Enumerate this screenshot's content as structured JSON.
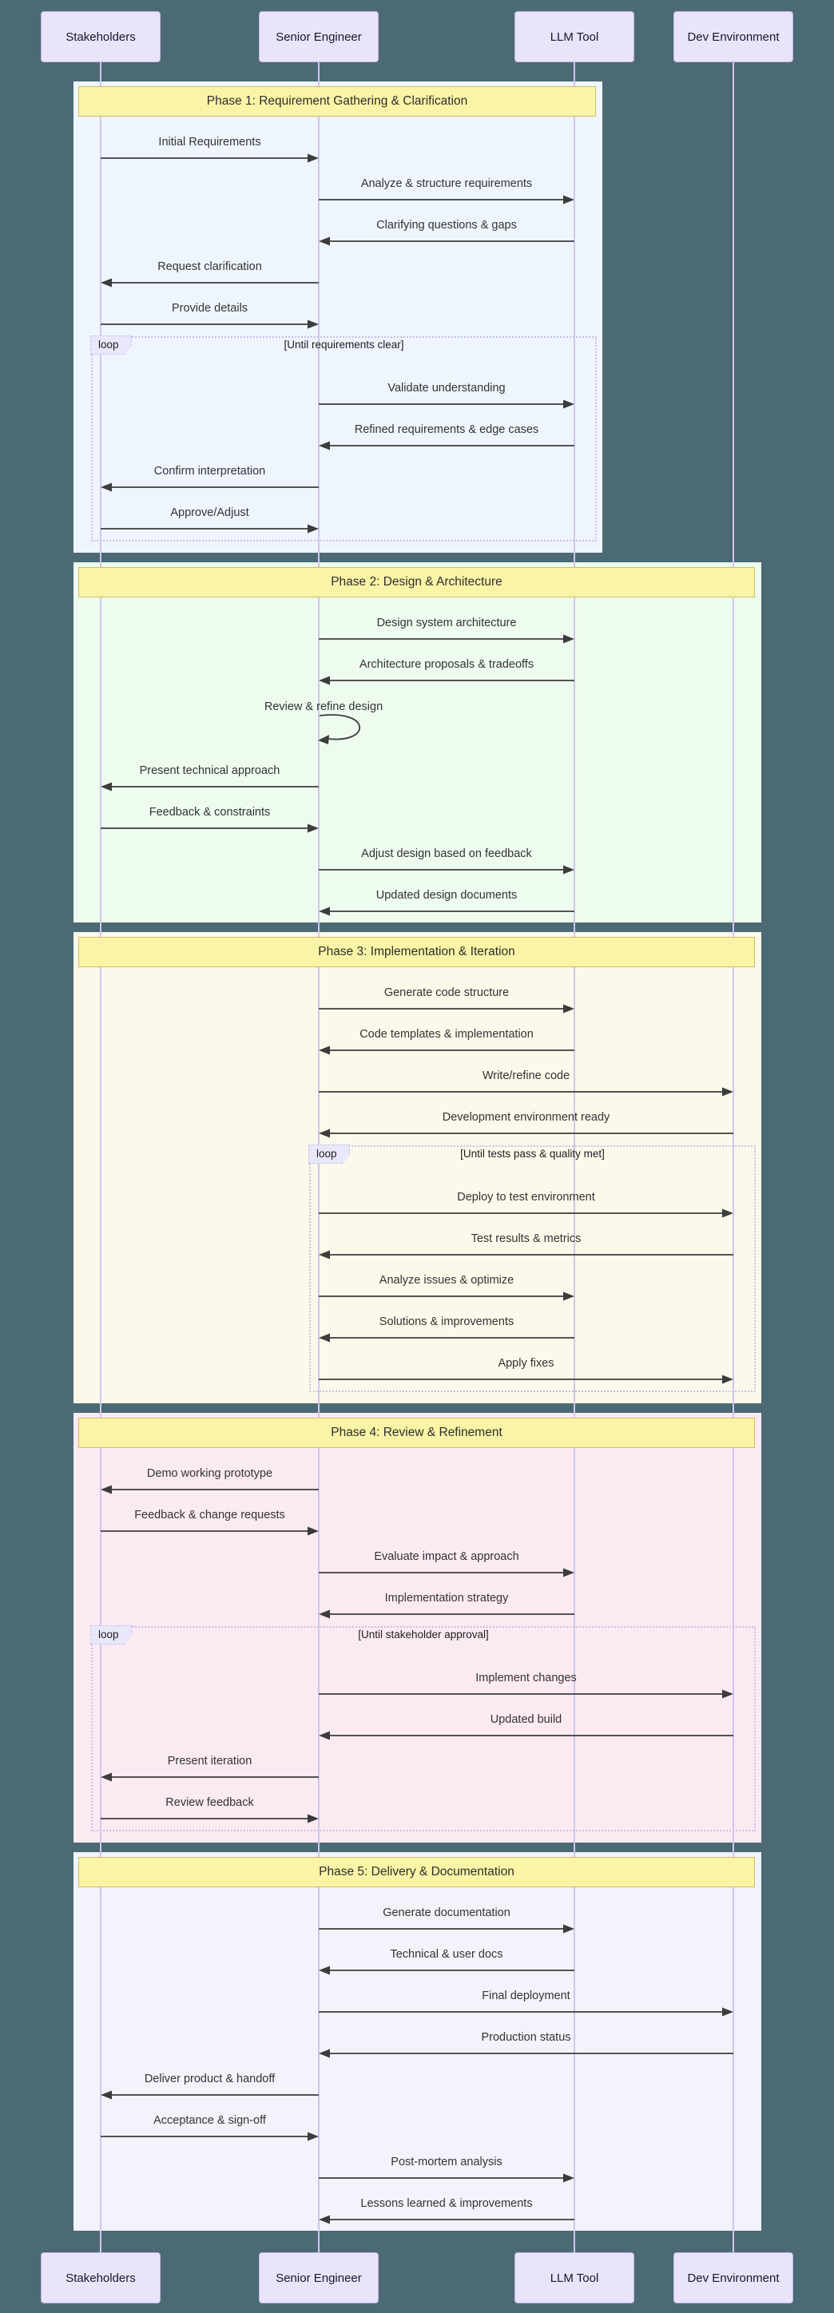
{
  "diagram": {
    "background_color": "#4C6A74",
    "loop_label": "loop",
    "colors": {
      "actor_fill": "#E9E4F9",
      "actor_border": "#C3B6E4",
      "note_fill": "#FAF4A6",
      "note_border": "#CBC068",
      "loop_border": "#C8C0E8",
      "loop_tab_fill": "#E8E8FA",
      "arrow": "#3C3C3C",
      "lifeline": "#CFC6EC",
      "text": "#333333"
    },
    "actors": [
      {
        "id": "stakeholders",
        "label": "Stakeholders"
      },
      {
        "id": "engineer",
        "label": "Senior Engineer"
      },
      {
        "id": "llm",
        "label": "LLM Tool"
      },
      {
        "id": "dev",
        "label": "Dev Environment"
      }
    ],
    "phases": [
      {
        "title": "Phase 1: Requirement Gathering & Clarification",
        "bg": "#EFF5FD",
        "right_actor": "llm",
        "items": [
          {
            "type": "message",
            "from": "stakeholders",
            "to": "engineer",
            "text": "Initial Requirements"
          },
          {
            "type": "message",
            "from": "engineer",
            "to": "llm",
            "text": "Analyze & structure requirements"
          },
          {
            "type": "message",
            "from": "llm",
            "to": "engineer",
            "text": "Clarifying questions & gaps"
          },
          {
            "type": "message",
            "from": "engineer",
            "to": "stakeholders",
            "text": "Request clarification"
          },
          {
            "type": "message",
            "from": "stakeholders",
            "to": "engineer",
            "text": "Provide details"
          },
          {
            "type": "loop",
            "condition": "[Until requirements clear]",
            "left_actor": "stakeholders",
            "right_actor": "llm",
            "items": [
              {
                "type": "message",
                "from": "engineer",
                "to": "llm",
                "text": "Validate understanding"
              },
              {
                "type": "message",
                "from": "llm",
                "to": "engineer",
                "text": "Refined requirements & edge cases"
              },
              {
                "type": "message",
                "from": "engineer",
                "to": "stakeholders",
                "text": "Confirm interpretation"
              },
              {
                "type": "message",
                "from": "stakeholders",
                "to": "engineer",
                "text": "Approve/Adjust"
              }
            ]
          }
        ]
      },
      {
        "title": "Phase 2: Design & Architecture",
        "bg": "#EEFBEF",
        "right_actor": "dev",
        "items": [
          {
            "type": "message",
            "from": "engineer",
            "to": "llm",
            "text": "Design system architecture"
          },
          {
            "type": "message",
            "from": "llm",
            "to": "engineer",
            "text": "Architecture proposals & tradeoffs"
          },
          {
            "type": "self",
            "actor": "engineer",
            "text": "Review & refine design"
          },
          {
            "type": "message",
            "from": "engineer",
            "to": "stakeholders",
            "text": "Present technical approach"
          },
          {
            "type": "message",
            "from": "stakeholders",
            "to": "engineer",
            "text": "Feedback & constraints"
          },
          {
            "type": "message",
            "from": "engineer",
            "to": "llm",
            "text": "Adjust design based on feedback"
          },
          {
            "type": "message",
            "from": "llm",
            "to": "engineer",
            "text": "Updated design documents"
          }
        ]
      },
      {
        "title": "Phase 3: Implementation & Iteration",
        "bg": "#FCF8EA",
        "right_actor": "dev",
        "items": [
          {
            "type": "message",
            "from": "engineer",
            "to": "llm",
            "text": "Generate code structure"
          },
          {
            "type": "message",
            "from": "llm",
            "to": "engineer",
            "text": "Code templates & implementation"
          },
          {
            "type": "message",
            "from": "engineer",
            "to": "dev",
            "text": "Write/refine code"
          },
          {
            "type": "message",
            "from": "dev",
            "to": "engineer",
            "text": "Development environment ready"
          },
          {
            "type": "loop",
            "condition": "[Until tests pass & quality met]",
            "left_actor": "engineer",
            "right_actor": "dev",
            "items": [
              {
                "type": "message",
                "from": "engineer",
                "to": "dev",
                "text": "Deploy to test environment"
              },
              {
                "type": "message",
                "from": "dev",
                "to": "engineer",
                "text": "Test results & metrics"
              },
              {
                "type": "message",
                "from": "engineer",
                "to": "llm",
                "text": "Analyze issues & optimize"
              },
              {
                "type": "message",
                "from": "llm",
                "to": "engineer",
                "text": "Solutions & improvements"
              },
              {
                "type": "message",
                "from": "engineer",
                "to": "dev",
                "text": "Apply fixes"
              }
            ]
          }
        ]
      },
      {
        "title": "Phase 4: Review & Refinement",
        "bg": "#FCEAF3",
        "right_actor": "dev",
        "items": [
          {
            "type": "message",
            "from": "engineer",
            "to": "stakeholders",
            "text": "Demo working prototype"
          },
          {
            "type": "message",
            "from": "stakeholders",
            "to": "engineer",
            "text": "Feedback & change requests"
          },
          {
            "type": "message",
            "from": "engineer",
            "to": "llm",
            "text": "Evaluate impact & approach"
          },
          {
            "type": "message",
            "from": "llm",
            "to": "engineer",
            "text": "Implementation strategy"
          },
          {
            "type": "loop",
            "condition": "[Until stakeholder approval]",
            "left_actor": "stakeholders",
            "right_actor": "dev",
            "items": [
              {
                "type": "message",
                "from": "engineer",
                "to": "dev",
                "text": "Implement changes"
              },
              {
                "type": "message",
                "from": "dev",
                "to": "engineer",
                "text": "Updated build"
              },
              {
                "type": "message",
                "from": "engineer",
                "to": "stakeholders",
                "text": "Present iteration"
              },
              {
                "type": "message",
                "from": "stakeholders",
                "to": "engineer",
                "text": "Review feedback"
              }
            ]
          }
        ]
      },
      {
        "title": "Phase 5: Delivery & Documentation",
        "bg": "#F3F3FC",
        "right_actor": "dev",
        "items": [
          {
            "type": "message",
            "from": "engineer",
            "to": "llm",
            "text": "Generate documentation"
          },
          {
            "type": "message",
            "from": "llm",
            "to": "engineer",
            "text": "Technical & user docs"
          },
          {
            "type": "message",
            "from": "engineer",
            "to": "dev",
            "text": "Final deployment"
          },
          {
            "type": "message",
            "from": "dev",
            "to": "engineer",
            "text": "Production status"
          },
          {
            "type": "message",
            "from": "engineer",
            "to": "stakeholders",
            "text": "Deliver product & handoff"
          },
          {
            "type": "message",
            "from": "stakeholders",
            "to": "engineer",
            "text": "Acceptance & sign-off"
          },
          {
            "type": "message",
            "from": "engineer",
            "to": "llm",
            "text": "Post-mortem analysis"
          },
          {
            "type": "message",
            "from": "llm",
            "to": "engineer",
            "text": "Lessons learned & improvements"
          }
        ]
      }
    ]
  }
}
